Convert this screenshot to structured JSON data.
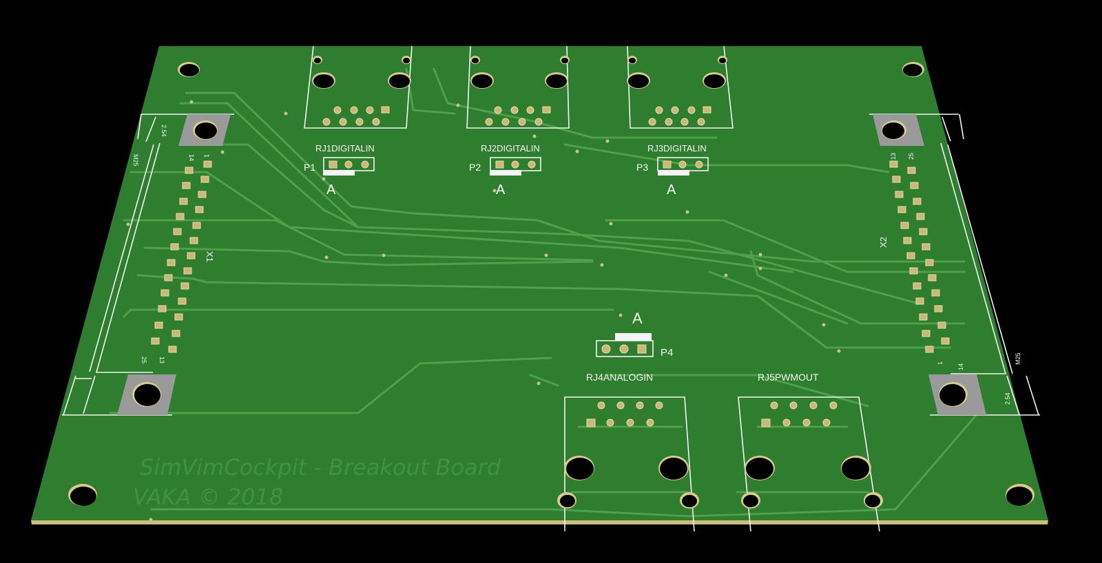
{
  "board": {
    "watermark_line1": "SimVimCockpit - Breakout Board",
    "watermark_line2": "VAKA © 2018",
    "colors": {
      "background": "#000000",
      "solder_mask": "#2f7d2f",
      "silkscreen": "#f4f4f4",
      "trace": "#4fa04a",
      "copper_pad": "#c8b87a"
    }
  },
  "connectors": {
    "rj1_label": "RJ1DIGITALIN",
    "rj2_label": "RJ2DIGITALIN",
    "rj3_label": "RJ3DIGITALIN",
    "rj4_label": "RJ4ANALOGIN",
    "rj5_label": "RJ5PWMOUT",
    "p1": "P1",
    "p2": "P2",
    "p3": "P3",
    "p4": "P4",
    "pin_a": "A",
    "x1": "X1",
    "x2": "X2",
    "x1_pin_14": "14",
    "x1_pin_1": "1",
    "x1_pin_25": "25",
    "x1_pin_13": "13",
    "x2_pin_13": "13",
    "x2_pin_25": "25",
    "x2_pin_1": "1",
    "x2_pin_14": "14",
    "pitch": "2.54",
    "screw": "M25"
  }
}
